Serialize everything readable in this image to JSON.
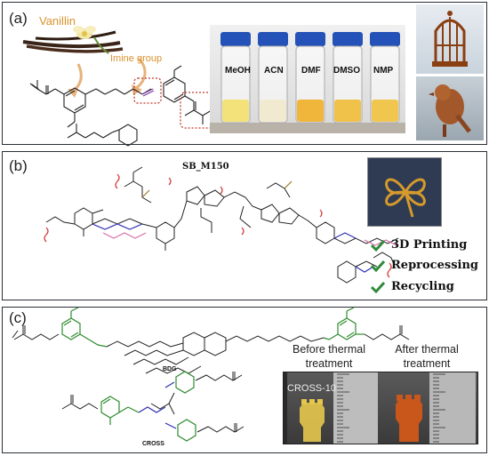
{
  "panels": {
    "a": {
      "label": "(a)",
      "vanillin_label": "Vanillin",
      "imine_label": "Imine group",
      "solvents": [
        "MeOH",
        "ACN",
        "DMF",
        "DMSO",
        "NMP"
      ]
    },
    "b": {
      "label": "(b)",
      "compound": "SB_M150",
      "checklist": [
        "3D Printing",
        "Reprocessing",
        "Recycling"
      ]
    },
    "c": {
      "label": "(c)",
      "compound_top": "BDG",
      "compound_bottom": "CROSS",
      "before": "Before thermal treatment",
      "after": "After thermal treatment",
      "sample": "CROSS-10"
    }
  },
  "colors": {
    "border": "#2a2f36",
    "vanillin_text": "#d9922e",
    "imine_text": "#d9922e",
    "arrow": "#e8b27a",
    "dotted": "#c0392b",
    "blue_bond": "#2f2fb5",
    "red_bond": "#d63a3a",
    "pink_bond": "#d86aa8",
    "green_bond": "#2e8b2e",
    "check": "#2e8b3a",
    "cap_blue": "#2452b8"
  }
}
